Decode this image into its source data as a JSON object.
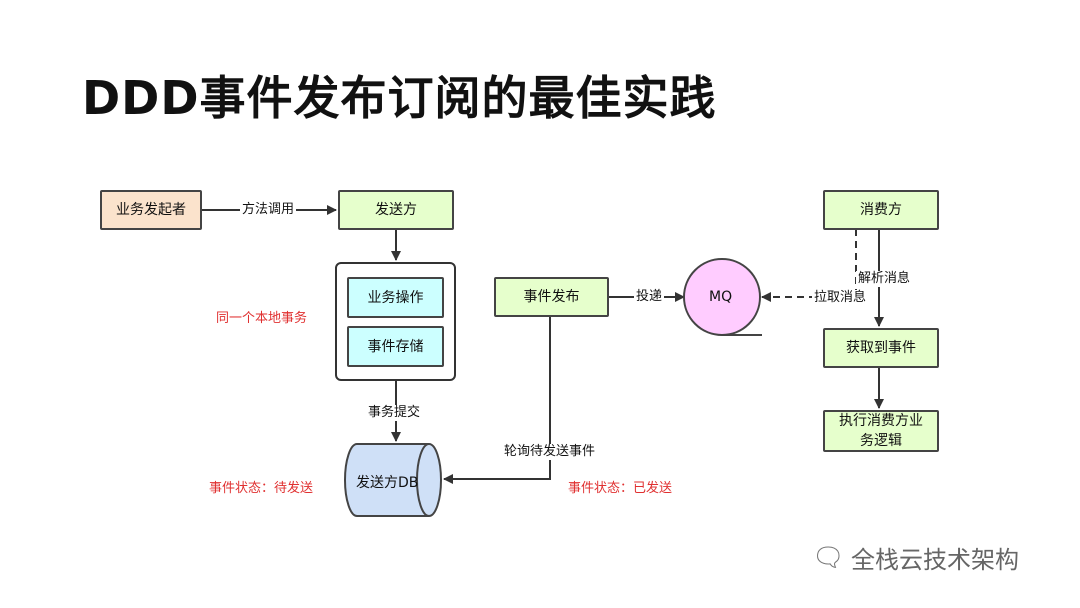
{
  "title": "DDD事件发布订阅的最佳实践",
  "nodes": {
    "initiator": "业务发起者",
    "sender": "发送方",
    "biz_op": "业务操作",
    "event_store": "事件存储",
    "sender_db": "发送方DB",
    "event_publish": "事件发布",
    "mq": "MQ",
    "consumer": "消费方",
    "get_event": "获取到事件",
    "exec_logic": "执行消费方业务逻辑"
  },
  "edge_labels": {
    "method_call": "方法调用",
    "tx_commit": "事务提交",
    "poll": "轮询待发送事件",
    "deliver": "投递",
    "pull": "拉取消息",
    "parse": "解析消息"
  },
  "notes": {
    "same_tx": "同一个本地事务",
    "status_pending": "事件状态：待发送",
    "status_sent": "事件状态：已发送"
  },
  "watermark": {
    "text": "全栈云技术架构",
    "icon": "wechat-icon"
  },
  "colors": {
    "green": "#e6ffcc",
    "peach": "#fbe3cc",
    "cyan": "#ccffff",
    "db": "#cfe0f7",
    "mq": "#ffccff",
    "note_red": "#e03030"
  }
}
